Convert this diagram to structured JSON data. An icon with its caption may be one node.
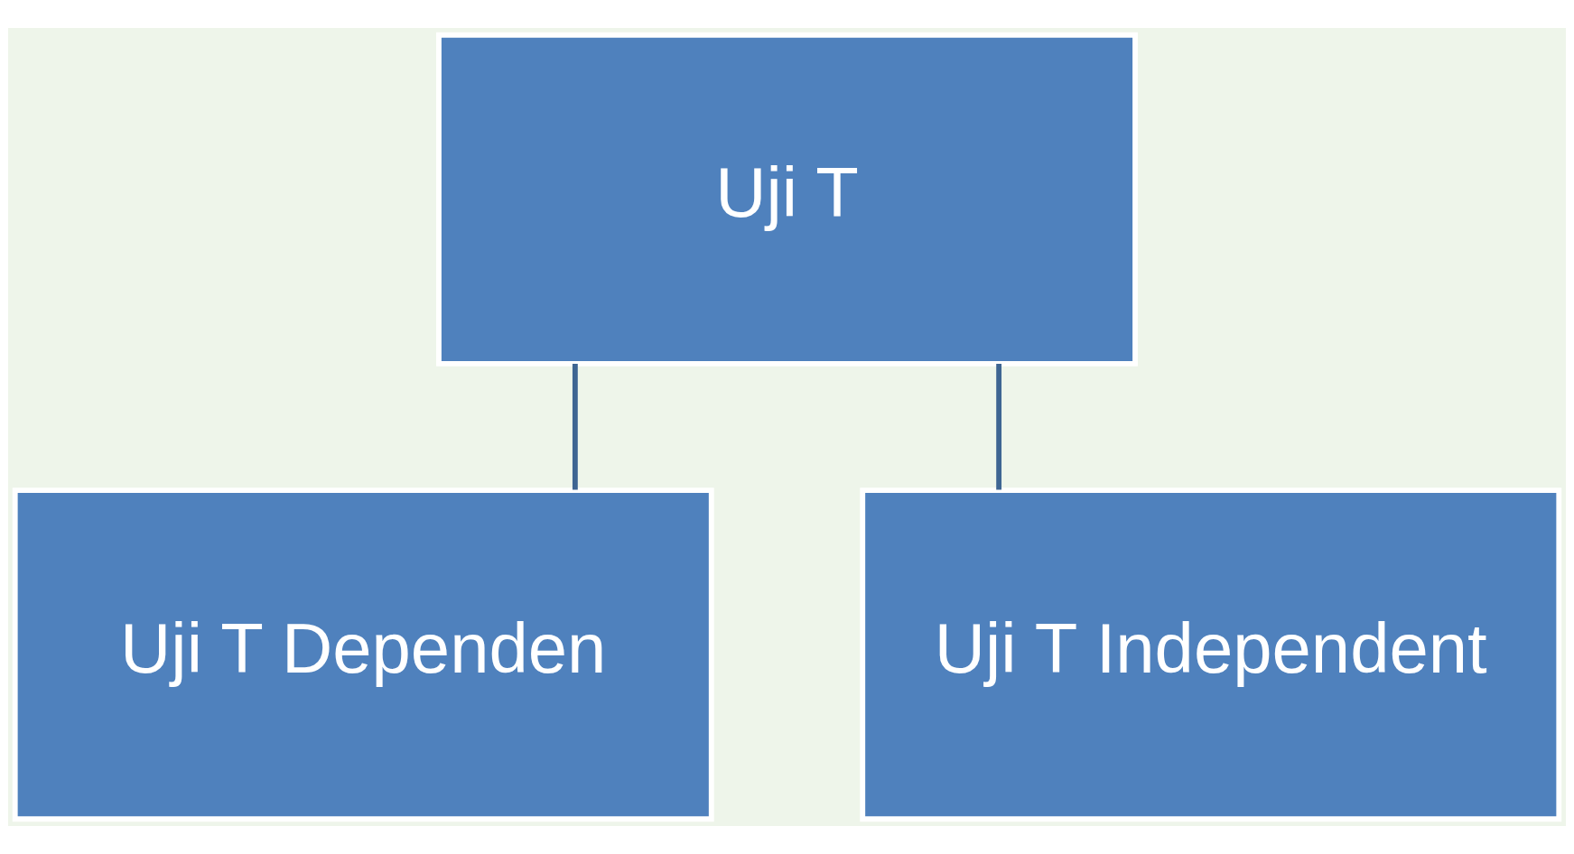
{
  "diagram": {
    "nodes": [
      {
        "text": [
          "Uji T"
        ]
      },
      {
        "text": [
          "Uji T Dependen"
        ]
      },
      {
        "text": [
          "Uji T Independent"
        ]
      }
    ],
    "edges": [
      {
        "from": 0,
        "to": 1,
        "arrow": "none"
      },
      {
        "from": 0,
        "to": 2,
        "arrow": "none"
      }
    ]
  }
}
